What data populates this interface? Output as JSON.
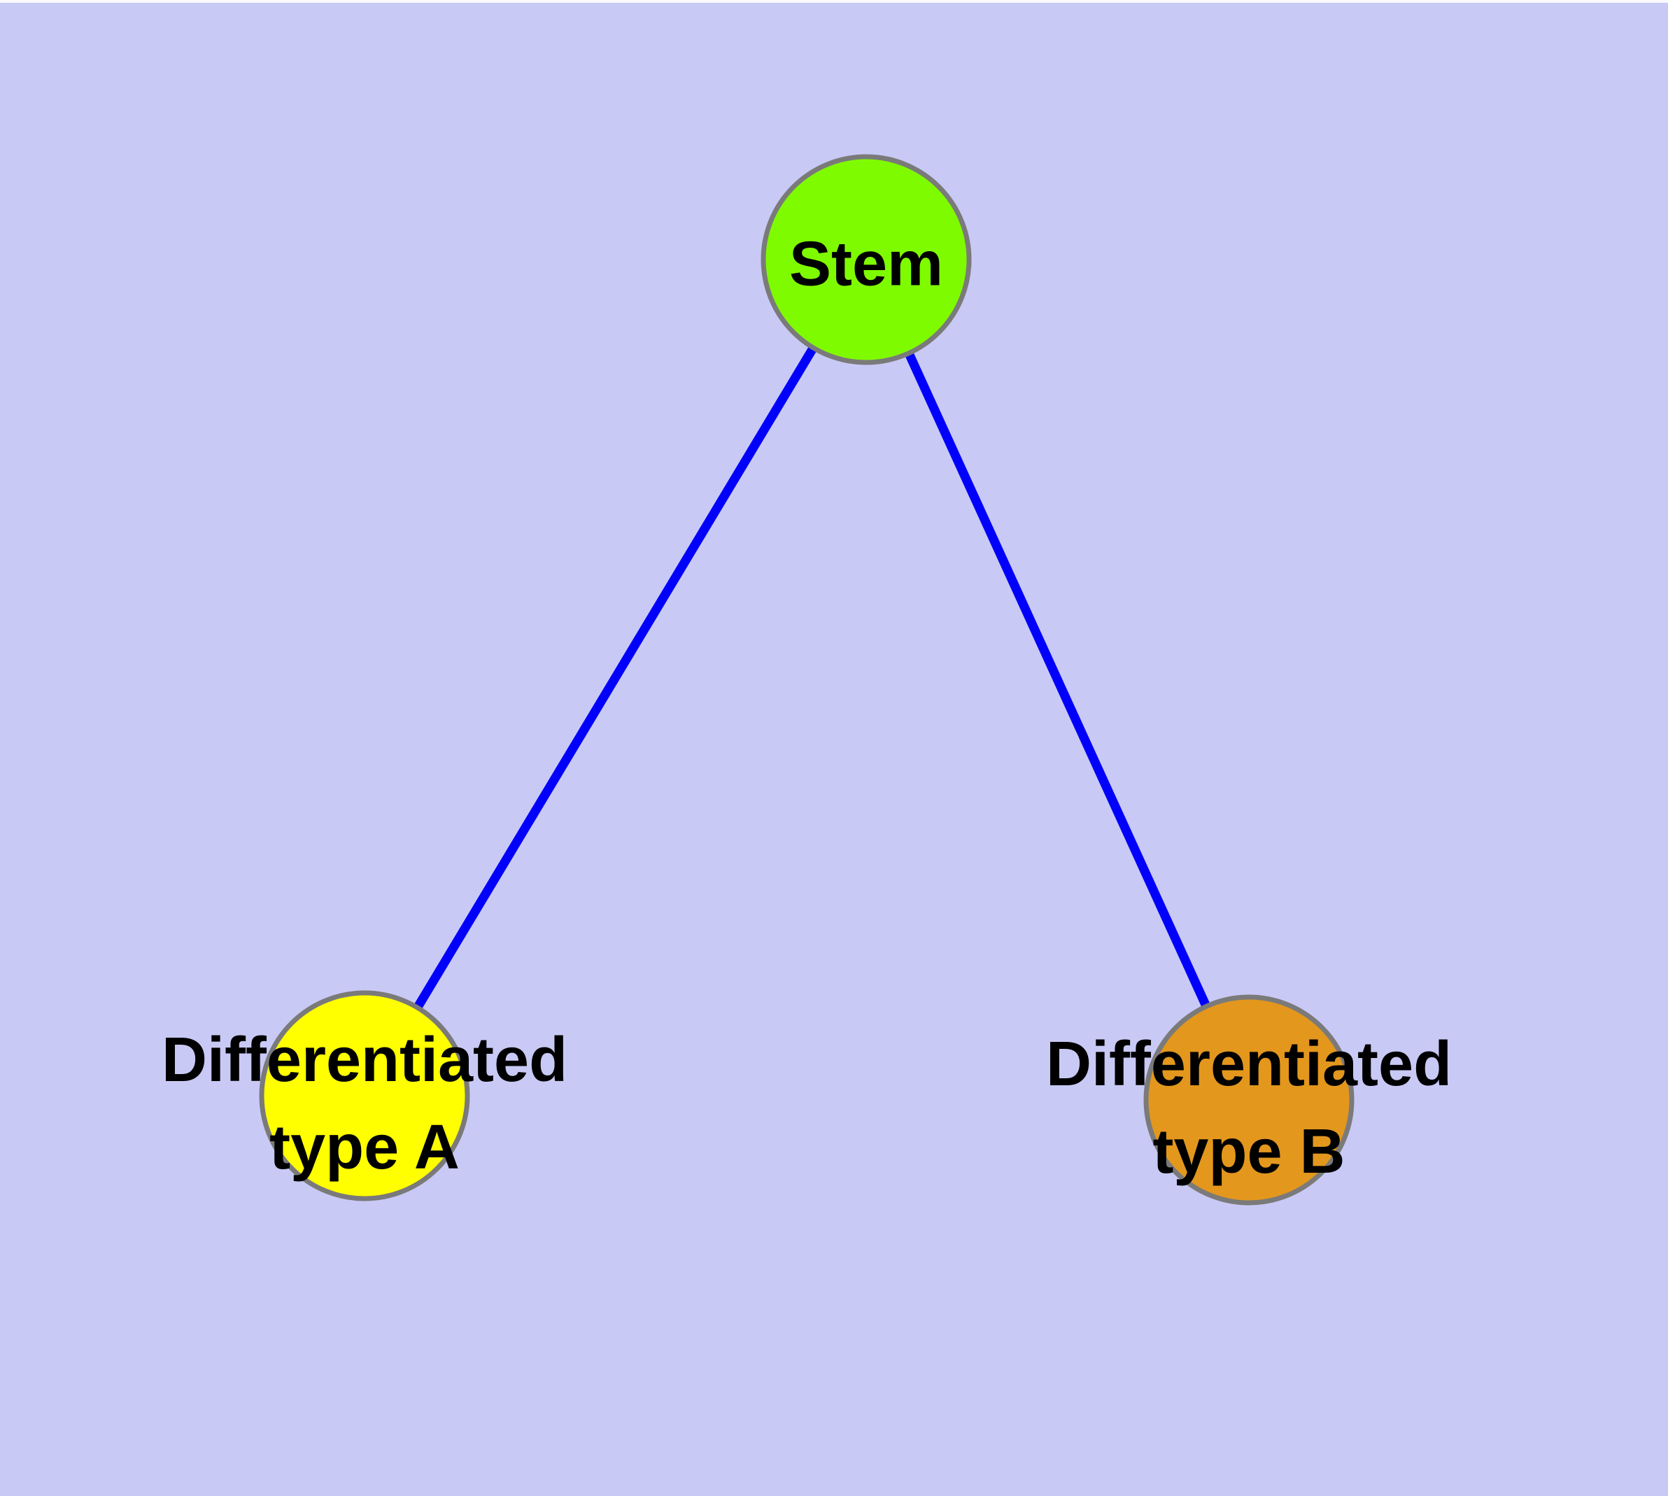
{
  "colors": {
    "background": "#C9C9F5",
    "top_strip": "#FAFAFE",
    "node_border": "#7A7A7A",
    "edge": "#0000FB",
    "label_text": "#000000"
  },
  "diagram": {
    "type": "tree",
    "nodes": {
      "stem": {
        "label": "Stem",
        "fill": "#7FFB00"
      },
      "type_a": {
        "label": "Differentiated type A",
        "line1": "Differentiated",
        "line2": "type A",
        "fill": "#FFFF00"
      },
      "type_b": {
        "label": "Differentiated type B",
        "line1": "Differentiated",
        "line2": "type B",
        "fill": "#E3971D"
      }
    },
    "edges": [
      {
        "from": "Stem",
        "to": "Differentiated type A"
      },
      {
        "from": "Stem",
        "to": "Differentiated type B"
      }
    ]
  }
}
